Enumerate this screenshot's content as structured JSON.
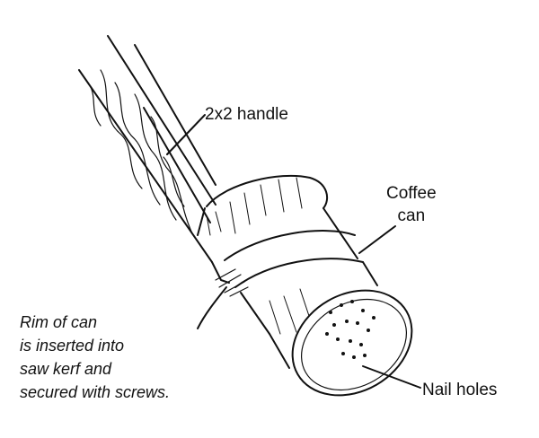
{
  "labels": {
    "handle": "2x2 handle",
    "coffee_can": [
      "Coffee",
      "can"
    ],
    "nail_holes": "Nail holes",
    "rim": [
      "Rim of can",
      "is inserted into",
      "saw kerf and",
      "secured with screws."
    ]
  }
}
